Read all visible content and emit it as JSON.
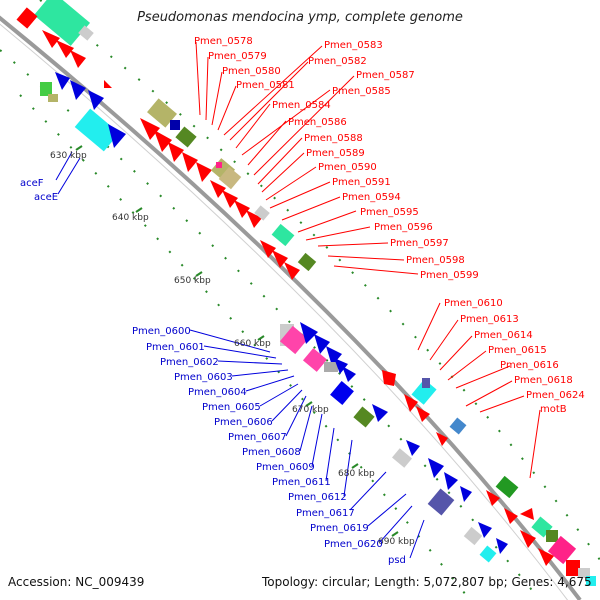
{
  "title": "Pseudomonas mendocina ymp, complete genome",
  "accession": "Accession: NC_009439",
  "topology": "Topology: circular; Length: 5,072,807 bp; Genes: 4,675",
  "colors": {
    "red": "#ff0000",
    "blue": "#0000cc",
    "backbone": "#999999"
  },
  "kbp_labels": [
    "630 kbp",
    "640 kbp",
    "650 kbp",
    "660 kbp",
    "670 kbp",
    "680 kbp",
    "690 kbp"
  ],
  "genes_red": [
    "Pmen_0578",
    "Pmen_0579",
    "Pmen_0580",
    "Pmen_0581",
    "Pmen_0582",
    "Pmen_0583",
    "Pmen_0584",
    "Pmen_0585",
    "Pmen_0586",
    "Pmen_0587",
    "Pmen_0588",
    "Pmen_0589",
    "Pmen_0590",
    "Pmen_0591",
    "Pmen_0594",
    "Pmen_0595",
    "Pmen_0596",
    "Pmen_0597",
    "Pmen_0598",
    "Pmen_0599",
    "Pmen_0610",
    "Pmen_0613",
    "Pmen_0614",
    "Pmen_0615",
    "Pmen_0616",
    "Pmen_0618",
    "Pmen_0624",
    "motB"
  ],
  "genes_blue": [
    "aceF",
    "aceE",
    "Pmen_0600",
    "Pmen_0601",
    "Pmen_0602",
    "Pmen_0603",
    "Pmen_0604",
    "Pmen_0605",
    "Pmen_0606",
    "Pmen_0607",
    "Pmen_0608",
    "Pmen_0609",
    "Pmen_0611",
    "Pmen_0612",
    "Pmen_0617",
    "Pmen_0619",
    "Pmen_0620",
    "psd"
  ]
}
